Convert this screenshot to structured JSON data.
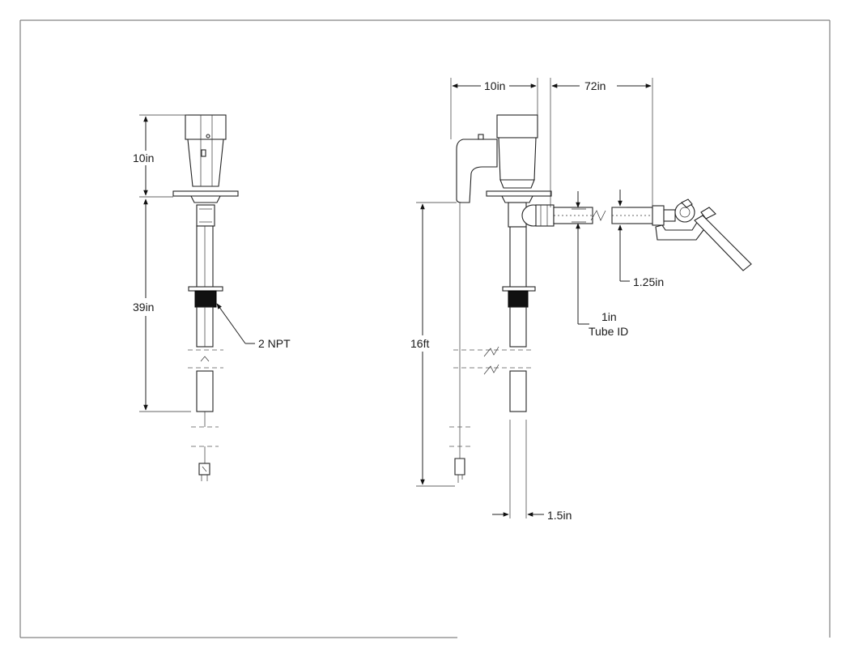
{
  "front_view": {
    "dim_top": "10in",
    "dim_shaft": "39in",
    "thread_callout": "2 NPT"
  },
  "side_view": {
    "dim_width": "10in",
    "dim_hose_length": "72in",
    "dim_cord": "16ft",
    "dim_hose_od": "1.25in",
    "dim_tube_id_value": "1in",
    "dim_tube_id_label": "Tube ID",
    "dim_tube_diameter": "1.5in"
  }
}
